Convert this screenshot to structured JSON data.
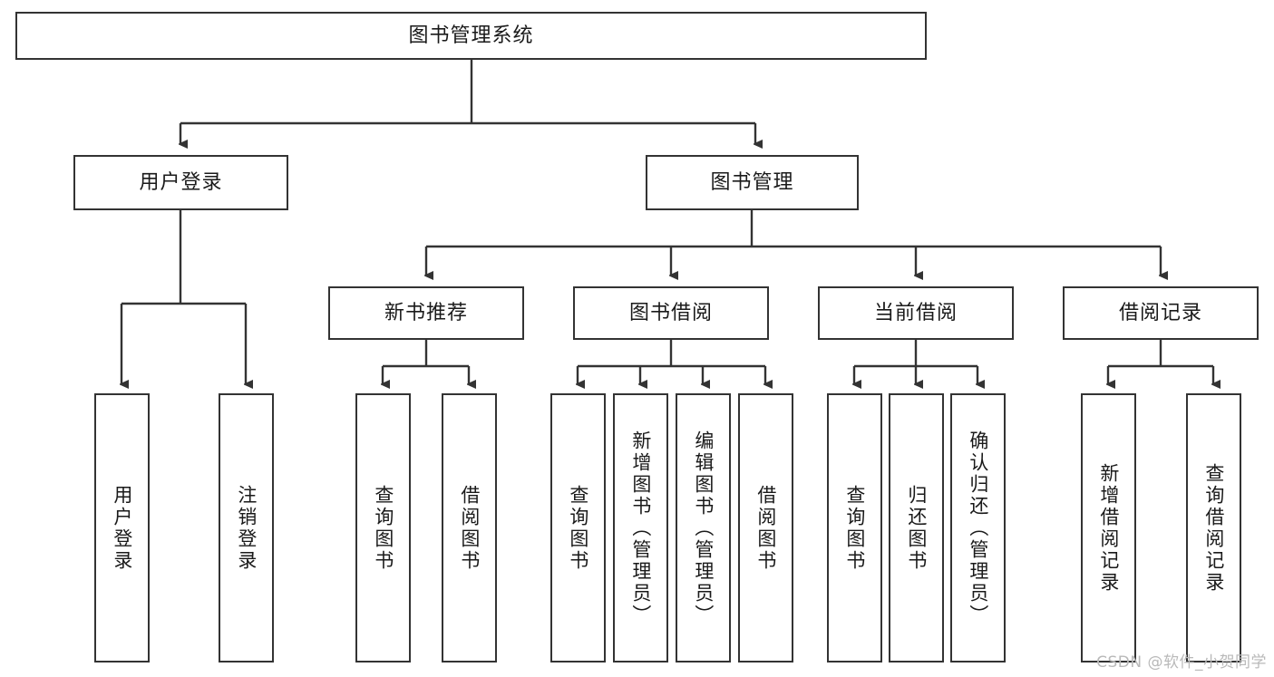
{
  "diagram": {
    "type": "tree-hierarchy",
    "root": {
      "id": "root",
      "label": "图书管理系统"
    },
    "level2": [
      {
        "id": "user-login",
        "label": "用户登录"
      },
      {
        "id": "book-manage",
        "label": "图书管理"
      }
    ],
    "level3": [
      {
        "id": "new-book-recommend",
        "label": "新书推荐",
        "parent": "book-manage"
      },
      {
        "id": "book-borrow",
        "label": "图书借阅",
        "parent": "book-manage"
      },
      {
        "id": "current-borrow",
        "label": "当前借阅",
        "parent": "book-manage"
      },
      {
        "id": "borrow-record",
        "label": "借阅记录",
        "parent": "book-manage"
      }
    ],
    "leaves": [
      {
        "id": "leaf-user-login",
        "label": "用户登录",
        "parent": "user-login"
      },
      {
        "id": "leaf-user-logout",
        "label": "注销登录",
        "parent": "user-login"
      },
      {
        "id": "leaf-query-book-1",
        "label": "查询图书",
        "parent": "new-book-recommend"
      },
      {
        "id": "leaf-borrow-book-1",
        "label": "借阅图书",
        "parent": "new-book-recommend"
      },
      {
        "id": "leaf-query-book-2",
        "label": "查询图书",
        "parent": "book-borrow"
      },
      {
        "id": "leaf-add-book",
        "label": "新增图书（管理员）",
        "parent": "book-borrow"
      },
      {
        "id": "leaf-edit-book",
        "label": "编辑图书（管理员）",
        "parent": "book-borrow"
      },
      {
        "id": "leaf-borrow-book-2",
        "label": "借阅图书",
        "parent": "book-borrow"
      },
      {
        "id": "leaf-query-book-3",
        "label": "查询图书",
        "parent": "current-borrow"
      },
      {
        "id": "leaf-return-book",
        "label": "归还图书",
        "parent": "current-borrow"
      },
      {
        "id": "leaf-confirm-return",
        "label": "确认归还（管理员）",
        "parent": "current-borrow"
      },
      {
        "id": "leaf-add-record",
        "label": "新增借阅记录",
        "parent": "borrow-record"
      },
      {
        "id": "leaf-query-record",
        "label": "查询借阅记录",
        "parent": "borrow-record"
      }
    ],
    "colors": {
      "stroke": "#333333",
      "fill": "#ffffff",
      "text": "#1a1a1a",
      "watermark": "#b9b9b9"
    }
  },
  "watermark": {
    "text": "CSDN @软件_小贺同学"
  }
}
